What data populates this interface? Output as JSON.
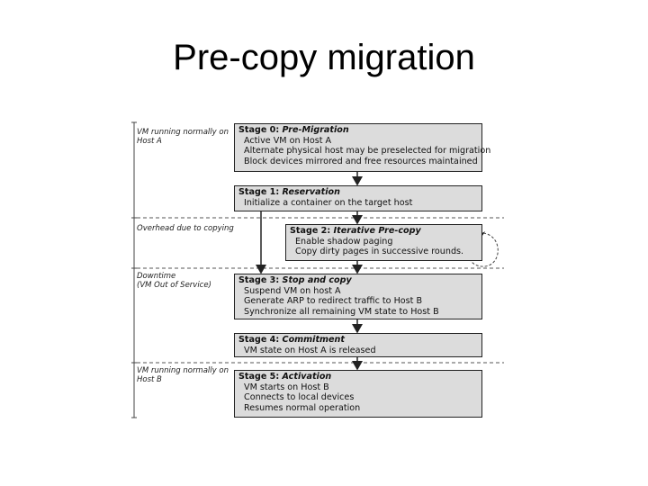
{
  "slide": {
    "title": "Pre-copy migration"
  },
  "side_labels": [
    {
      "id": "running_a",
      "lines": [
        "VM running normally on",
        "Host A"
      ]
    },
    {
      "id": "overhead",
      "lines": [
        "Overhead due to copying"
      ]
    },
    {
      "id": "downtime",
      "lines": [
        "Downtime",
        "(VM Out of Service)"
      ]
    },
    {
      "id": "running_b",
      "lines": [
        "VM running normally on",
        "Host B"
      ]
    }
  ],
  "stages": [
    {
      "prefix": "Stage 0:",
      "name": "Pre-Migration",
      "lines": [
        "Active VM on Host A",
        "Alternate physical host may be preselected for migration",
        "Block devices mirrored and free resources maintained"
      ]
    },
    {
      "prefix": "Stage 1:",
      "name": "Reservation",
      "lines": [
        "Initialize a container on the target host"
      ]
    },
    {
      "prefix": "Stage 2:",
      "name": "Iterative Pre-copy",
      "lines": [
        "Enable shadow paging",
        "Copy dirty pages in successive rounds."
      ]
    },
    {
      "prefix": "Stage 3:",
      "name": "Stop and copy",
      "lines": [
        "Suspend VM on host A",
        "Generate ARP to redirect traffic to Host B",
        "Synchronize all remaining VM state to Host B"
      ]
    },
    {
      "prefix": "Stage 4:",
      "name": "Commitment",
      "lines": [
        "VM state on Host A is released"
      ]
    },
    {
      "prefix": "Stage 5:",
      "name": "Activation",
      "lines": [
        "VM starts on Host B",
        "Connects to local devices",
        "Resumes normal operation"
      ]
    }
  ],
  "colors": {
    "box_fill": "#dcdcdc",
    "border": "#222222"
  }
}
